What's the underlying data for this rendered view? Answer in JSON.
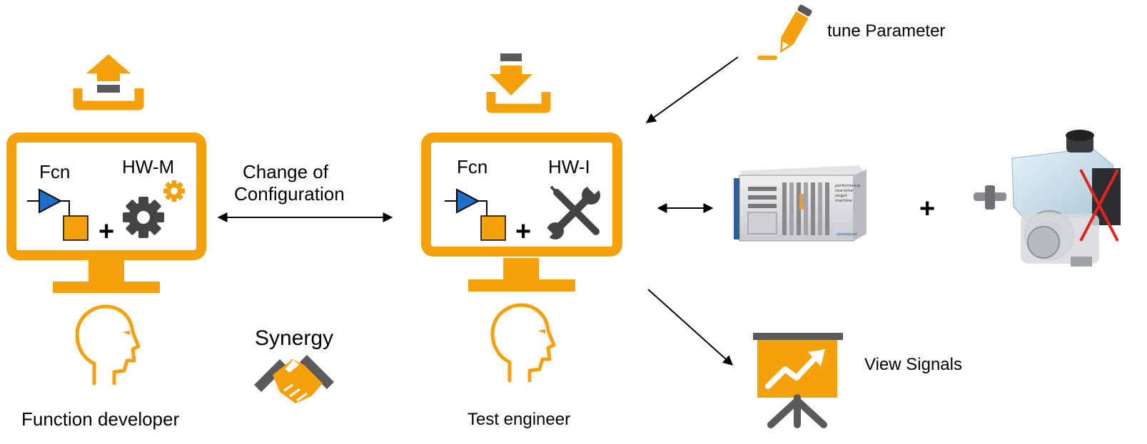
{
  "colors": {
    "orange": "#F5A10C",
    "blue": "#1F6EC9",
    "gray": "#5A5A5A",
    "black": "#000000"
  },
  "developer_station": {
    "action_icon": "upload-icon",
    "left_label": "Fcn",
    "right_label": "HW-M",
    "plus": "+",
    "hw_icon": "gear-icon",
    "person_icon": "head-profile-icon",
    "role": "Function developer"
  },
  "tester_station": {
    "action_icon": "download-icon",
    "left_label": "Fcn",
    "right_label": "HW-I",
    "plus": "+",
    "hw_icon": "tools-icon",
    "person_icon": "head-profile-icon",
    "role": "Test engineer"
  },
  "exchange": {
    "label_line1": "Change of",
    "label_line2": "Configuration"
  },
  "synergy": {
    "label": "Synergy",
    "icon": "handshake-icon"
  },
  "tune": {
    "label": "tune Parameter",
    "icon": "pencil-icon"
  },
  "view": {
    "label": "View Signals",
    "icon": "presentation-chart-icon"
  },
  "hardware": {
    "target_icon": "real-time-target-machine-icon",
    "target_text_lines": [
      "performance",
      "real-time",
      "target",
      "machine"
    ],
    "target_brand": "speedgoat",
    "plus": "+",
    "unit_icon": "brake-unit-icon"
  }
}
